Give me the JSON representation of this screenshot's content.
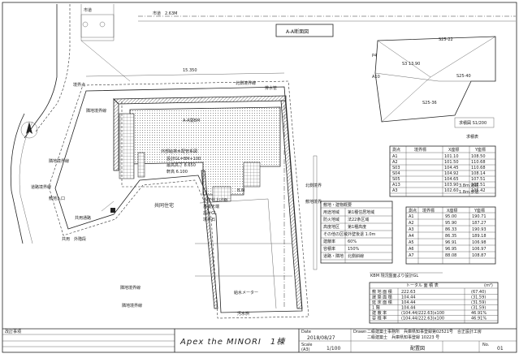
{
  "title_block": {
    "revision_header": "改訂事項",
    "project_title": "Apex the MINORI　1棟",
    "date_label": "Date",
    "date_value": "2018/08/27",
    "scale_label": "Scale\n(A3)",
    "scale_value": "1/100",
    "drawn_label": "Drawn",
    "drawn_line1": "二級建築士事務所　兵庫県知事登録第02521号　合正設計工房",
    "drawn_line2": "二級建築士　兵庫県知事登録 10223 号",
    "drawing_name": "配置図",
    "sheet_no_label": "No.",
    "sheet_no": "01"
  },
  "section_box": {
    "label": "A-A断面図"
  },
  "key_plan": {
    "label": "求積図 S1/200"
  },
  "road_label": "市道",
  "boundary_label": "隣地境界線",
  "building_label": "共同住宅",
  "outline_labels": {
    "top_dim": "15.350",
    "right_dim": "北側境界線",
    "gl_note": "外部給排水配管系図",
    "cap1": "A-A間BM",
    "cap2": "B.M",
    "note_block": [
      "外壁仕上げ面",
      "基礎天端",
      "設計GL",
      "境界石"
    ]
  },
  "coord_table": {
    "rows": [
      {
        "pt": "A1",
        "x": "101.10",
        "y": "108.50"
      },
      {
        "pt": "A2",
        "x": "101.50",
        "y": "110.68"
      },
      {
        "pt": "S03",
        "x": "104.45",
        "y": "110.68"
      },
      {
        "pt": "S04",
        "x": "104.92",
        "y": "108.14"
      },
      {
        "pt": "S05",
        "x": "104.65",
        "y": "107.51"
      },
      {
        "pt": "A13",
        "x": "103.90",
        "y": "107.51"
      },
      {
        "pt": "A3",
        "x": "102.60",
        "y": "105.42"
      }
    ],
    "summary": [
      "3.8m 道路",
      "1.8m 歩道"
    ]
  },
  "site_table": {
    "title": "敷地・建物概要",
    "rows": [
      {
        "k": "用途地域",
        "v": "第1種住居地域"
      },
      {
        "k": "防火地域",
        "v": "法22条区域"
      },
      {
        "k": "高度地区",
        "v": "第1種高度"
      },
      {
        "k": "その他の区域",
        "v": "外壁後退 1.0m"
      },
      {
        "k": "建蔽率",
        "v": "60%"
      },
      {
        "k": "容積率",
        "v": "150%"
      },
      {
        "k": "道路・隣地",
        "v": "北側斜線"
      }
    ]
  },
  "coord_table2": {
    "rows": [
      {
        "pt": "A1",
        "x": "95.00",
        "y": "190.71"
      },
      {
        "pt": "A2",
        "x": "95.90",
        "y": "187.27"
      },
      {
        "pt": "A3",
        "x": "86.33",
        "y": "190.93"
      },
      {
        "pt": "A4",
        "x": "86.35",
        "y": "189.18"
      },
      {
        "pt": "A5",
        "x": "96.91",
        "y": "106.98"
      },
      {
        "pt": "A6",
        "x": "96.95",
        "y": "106.97"
      },
      {
        "pt": "A7",
        "x": "88.08",
        "y": "108.87"
      }
    ]
  },
  "bm_note": "KBM 現況盤面より設計GL",
  "area_table": {
    "title": "トータル 面 積 表",
    "unit": "(m²)",
    "rows": [
      {
        "k": "敷 地 面 積",
        "v": "222.63",
        "r": "(67.40)"
      },
      {
        "k": "建 築 面 積",
        "v": "104.44",
        "r": "(31.59)"
      },
      {
        "k": "延 床 面 積",
        "v": "104.44",
        "r": "(31.59)"
      },
      {
        "k": "1 階",
        "v": "104.44",
        "r": "(31.59)"
      },
      {
        "k": "建 蔽 率",
        "v": "(104.44/222.63)x100",
        "r": "46.91%"
      },
      {
        "k": "容 積 率",
        "v": "(104.44/222.63)x100",
        "r": "46.91%"
      }
    ]
  }
}
